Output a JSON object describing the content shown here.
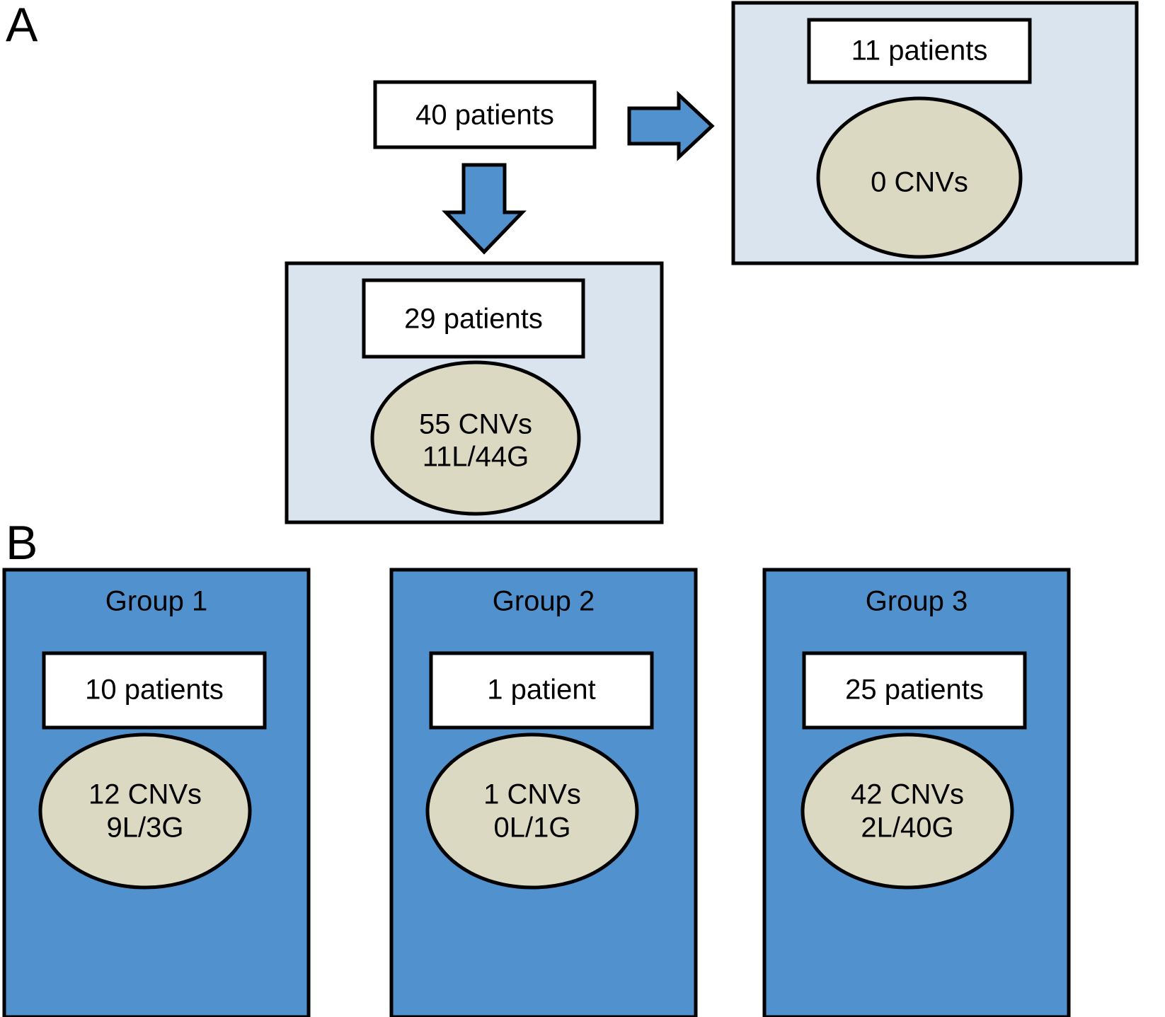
{
  "figure": {
    "panels": [
      {
        "letter": "A",
        "source_box": {
          "label": "40 patients"
        },
        "arrow_down": {
          "icon": "arrow-down-icon"
        },
        "arrow_right": {
          "icon": "arrow-right-icon"
        },
        "branches": [
          {
            "key": "with-cnvs",
            "patients_label": "29 patients",
            "cnv_line1": "55 CNVs",
            "cnv_line2": "11L/44G",
            "panel_color": "#d9e4ee"
          },
          {
            "key": "no-cnvs",
            "patients_label": "11 patients",
            "cnv_line1": "0 CNVs",
            "cnv_line2": "",
            "panel_color": "#d9e4ee"
          }
        ]
      },
      {
        "letter": "B",
        "groups": [
          {
            "title": "Group 1",
            "patients_label": "10 patients",
            "cnv_line1": "12 CNVs",
            "cnv_line2": "9L/3G",
            "panel_color": "#5191ce"
          },
          {
            "title": "Group 2",
            "patients_label": "1 patient",
            "cnv_line1": "1 CNVs",
            "cnv_line2": "0L/1G",
            "panel_color": "#5191ce"
          },
          {
            "title": "Group 3",
            "patients_label": "25 patients",
            "cnv_line1": "42 CNVs",
            "cnv_line2": "2L/40G",
            "panel_color": "#5191ce"
          }
        ]
      }
    ],
    "colors": {
      "light_panel": "#d9e4ee",
      "blue_panel": "#5191ce",
      "ellipse_fill": "#dcd9c3",
      "arrow_fill": "#5191ce",
      "box_fill": "#ffffff",
      "outline": "#000000"
    }
  }
}
